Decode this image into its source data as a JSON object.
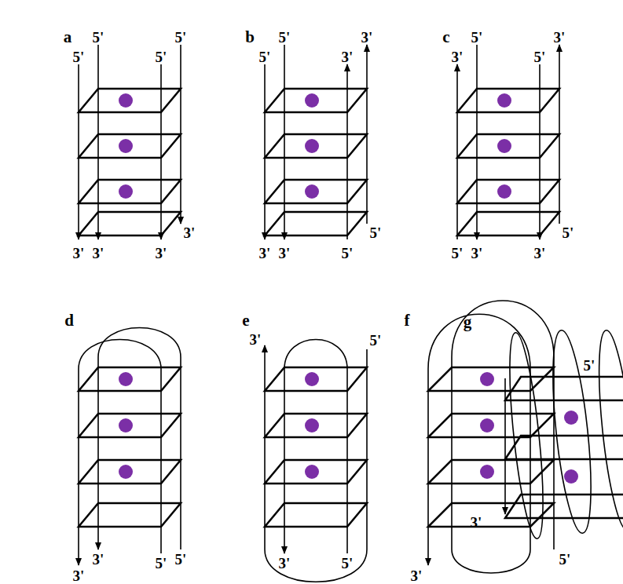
{
  "diagram": {
    "labels": [
      "a",
      "5'",
      "5'",
      "5'",
      "5'",
      "3'",
      "3'",
      "3'",
      "3'",
      "b",
      "5'",
      "3'",
      "5'",
      "3'",
      "5'",
      "3'",
      "3'",
      "5'",
      "c",
      "5'",
      "3'",
      "3'",
      "5'",
      "5'",
      "5'",
      "3'",
      "3'",
      "d",
      "3'",
      "3'",
      "5'",
      "5'",
      "e",
      "3'",
      "5'",
      "3'",
      "5'",
      "f",
      "3'",
      "5'",
      "g",
      "5'",
      "3'"
    ]
  }
}
